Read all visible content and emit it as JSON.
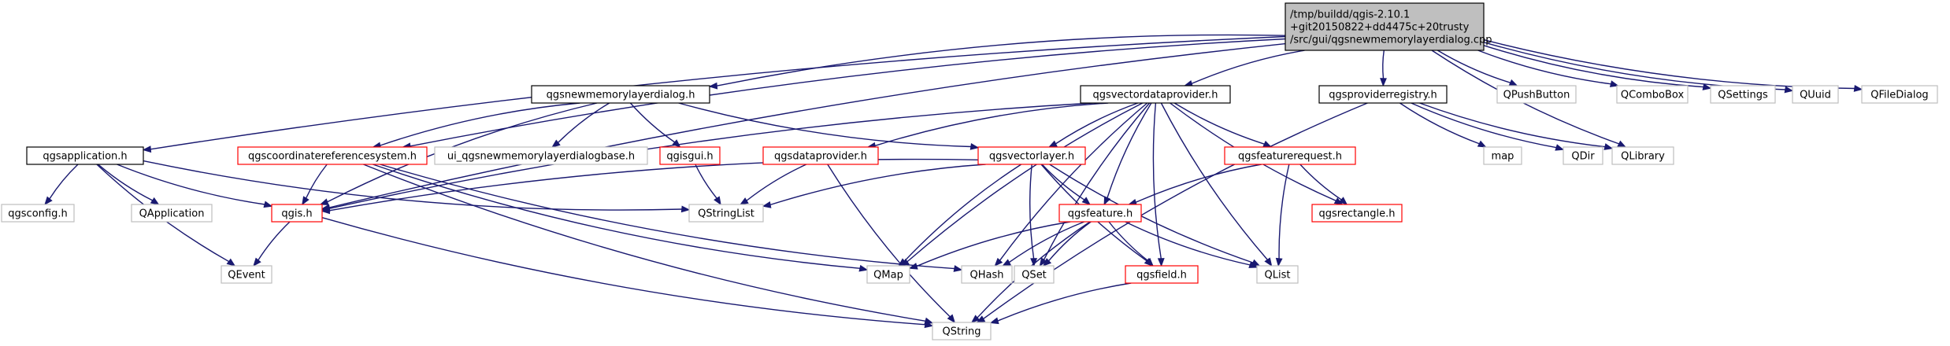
{
  "colors": {
    "edge": "#191970",
    "text": "#000000",
    "border": {
      "root": "#000000",
      "black": "#000000",
      "red": "#ff0000",
      "gray": "#bfbfbf"
    },
    "fill": {
      "root": "#bfbfbf",
      "black": "#ffffff",
      "red": "#ffffff",
      "gray": "#ffffff"
    }
  },
  "nodes": [
    {
      "id": "root",
      "lines": [
        "/tmp/buildd/qgis-2.10.1",
        "+git20150822+dd4475c+20trusty",
        "/src/gui/qgsnewmemorylayerdialog.cpp"
      ],
      "style": "root"
    },
    {
      "id": "qgsapplication",
      "lines": [
        "qgsapplication.h"
      ],
      "style": "black"
    },
    {
      "id": "qgsnewmemorylayerdialog",
      "lines": [
        "qgsnewmemorylayerdialog.h"
      ],
      "style": "black"
    },
    {
      "id": "qgsvectordataprovider",
      "lines": [
        "qgsvectordataprovider.h"
      ],
      "style": "black"
    },
    {
      "id": "qgsproviderregistry",
      "lines": [
        "qgsproviderregistry.h"
      ],
      "style": "black"
    },
    {
      "id": "QPushButton",
      "lines": [
        "QPushButton"
      ],
      "style": "gray"
    },
    {
      "id": "QComboBox",
      "lines": [
        "QComboBox"
      ],
      "style": "gray"
    },
    {
      "id": "QSettings",
      "lines": [
        "QSettings"
      ],
      "style": "gray"
    },
    {
      "id": "QUuid",
      "lines": [
        "QUuid"
      ],
      "style": "gray"
    },
    {
      "id": "QFileDialog",
      "lines": [
        "QFileDialog"
      ],
      "style": "gray"
    },
    {
      "id": "qgscoordinatereferencesystem",
      "lines": [
        "qgscoordinatereferencesystem.h"
      ],
      "style": "red"
    },
    {
      "id": "ui_qgsnewmemorylayerdialogbase",
      "lines": [
        "ui_qgsnewmemorylayerdialogbase.h"
      ],
      "style": "gray"
    },
    {
      "id": "qgisgui",
      "lines": [
        "qgisgui.h"
      ],
      "style": "red"
    },
    {
      "id": "qgsdataprovider",
      "lines": [
        "qgsdataprovider.h"
      ],
      "style": "red"
    },
    {
      "id": "qgsvectorlayer",
      "lines": [
        "qgsvectorlayer.h"
      ],
      "style": "red"
    },
    {
      "id": "qgsfeaturerequest",
      "lines": [
        "qgsfeaturerequest.h"
      ],
      "style": "red"
    },
    {
      "id": "map",
      "lines": [
        "map"
      ],
      "style": "gray"
    },
    {
      "id": "QDir",
      "lines": [
        "QDir"
      ],
      "style": "gray"
    },
    {
      "id": "QLibrary",
      "lines": [
        "QLibrary"
      ],
      "style": "gray"
    },
    {
      "id": "qgsconfig",
      "lines": [
        "qgsconfig.h"
      ],
      "style": "gray"
    },
    {
      "id": "QApplication",
      "lines": [
        "QApplication"
      ],
      "style": "gray"
    },
    {
      "id": "qgis",
      "lines": [
        "qgis.h"
      ],
      "style": "red"
    },
    {
      "id": "QStringList",
      "lines": [
        "QStringList"
      ],
      "style": "gray"
    },
    {
      "id": "qgsfeature",
      "lines": [
        "qgsfeature.h"
      ],
      "style": "red"
    },
    {
      "id": "qgsrectangle",
      "lines": [
        "qgsrectangle.h"
      ],
      "style": "red"
    },
    {
      "id": "QEvent",
      "lines": [
        "QEvent"
      ],
      "style": "gray"
    },
    {
      "id": "QMap",
      "lines": [
        "QMap"
      ],
      "style": "gray"
    },
    {
      "id": "QHash",
      "lines": [
        "QHash"
      ],
      "style": "gray"
    },
    {
      "id": "QSet",
      "lines": [
        "QSet"
      ],
      "style": "gray"
    },
    {
      "id": "qgsfield",
      "lines": [
        "qgsfield.h"
      ],
      "style": "red"
    },
    {
      "id": "QList",
      "lines": [
        "QList"
      ],
      "style": "gray"
    },
    {
      "id": "QString",
      "lines": [
        "QString"
      ],
      "style": "gray"
    }
  ],
  "edges": [
    [
      "root",
      "qgsapplication"
    ],
    [
      "root",
      "qgsnewmemorylayerdialog"
    ],
    [
      "root",
      "qgsvectordataprovider"
    ],
    [
      "root",
      "qgsproviderregistry"
    ],
    [
      "root",
      "QPushButton"
    ],
    [
      "root",
      "QComboBox"
    ],
    [
      "root",
      "QSettings"
    ],
    [
      "root",
      "QUuid"
    ],
    [
      "root",
      "QFileDialog"
    ],
    [
      "root",
      "qgscoordinatereferencesystem"
    ],
    [
      "root",
      "qgis"
    ],
    [
      "root",
      "QLibrary"
    ],
    [
      "qgsapplication",
      "qgsconfig"
    ],
    [
      "qgsapplication",
      "QApplication"
    ],
    [
      "qgsapplication",
      "QEvent"
    ],
    [
      "qgsapplication",
      "qgis"
    ],
    [
      "qgsapplication",
      "QStringList"
    ],
    [
      "qgsnewmemorylayerdialog",
      "qgscoordinatereferencesystem"
    ],
    [
      "qgsnewmemorylayerdialog",
      "ui_qgsnewmemorylayerdialogbase"
    ],
    [
      "qgsnewmemorylayerdialog",
      "qgisgui"
    ],
    [
      "qgsnewmemorylayerdialog",
      "qgsvectorlayer"
    ],
    [
      "qgsnewmemorylayerdialog",
      "qgis"
    ],
    [
      "qgsvectordataprovider",
      "qgsdataprovider"
    ],
    [
      "qgsvectordataprovider",
      "qgsvectorlayer"
    ],
    [
      "qgsvectordataprovider",
      "qgsfeaturerequest"
    ],
    [
      "qgsvectordataprovider",
      "qgsrectangle"
    ],
    [
      "qgsvectordataprovider",
      "qgsfeature"
    ],
    [
      "qgsvectordataprovider",
      "qgsfield"
    ],
    [
      "qgsvectordataprovider",
      "QMap"
    ],
    [
      "qgsvectordataprovider",
      "QHash"
    ],
    [
      "qgsvectordataprovider",
      "QSet"
    ],
    [
      "qgsvectordataprovider",
      "QList"
    ],
    [
      "qgsvectordataprovider",
      "qgis"
    ],
    [
      "qgsproviderregistry",
      "map"
    ],
    [
      "qgsproviderregistry",
      "QDir"
    ],
    [
      "qgsproviderregistry",
      "QLibrary"
    ],
    [
      "qgsproviderregistry",
      "QString"
    ],
    [
      "qgscoordinatereferencesystem",
      "qgis"
    ],
    [
      "qgscoordinatereferencesystem",
      "QMap"
    ],
    [
      "qgscoordinatereferencesystem",
      "QHash"
    ],
    [
      "qgscoordinatereferencesystem",
      "QString"
    ],
    [
      "qgisgui",
      "QStringList"
    ],
    [
      "qgsdataprovider",
      "QStringList"
    ],
    [
      "qgsdataprovider",
      "QString"
    ],
    [
      "qgsvectorlayer",
      "qgis"
    ],
    [
      "qgsvectorlayer",
      "QStringList"
    ],
    [
      "qgsvectorlayer",
      "qgsfeature"
    ],
    [
      "qgsvectorlayer",
      "QMap"
    ],
    [
      "qgsvectorlayer",
      "QSet"
    ],
    [
      "qgsvectorlayer",
      "QList"
    ],
    [
      "qgsvectorlayer",
      "qgsfield"
    ],
    [
      "qgsfeaturerequest",
      "qgsfeature"
    ],
    [
      "qgsfeaturerequest",
      "qgsrectangle"
    ],
    [
      "qgsfeaturerequest",
      "QList"
    ],
    [
      "qgis",
      "QEvent"
    ],
    [
      "qgis",
      "QString"
    ],
    [
      "qgsfeature",
      "QMap"
    ],
    [
      "qgsfeature",
      "QHash"
    ],
    [
      "qgsfeature",
      "QSet"
    ],
    [
      "qgsfeature",
      "qgsfield"
    ],
    [
      "qgsfeature",
      "QList"
    ],
    [
      "qgsfeature",
      "QString"
    ],
    [
      "qgsfield",
      "QString"
    ]
  ]
}
